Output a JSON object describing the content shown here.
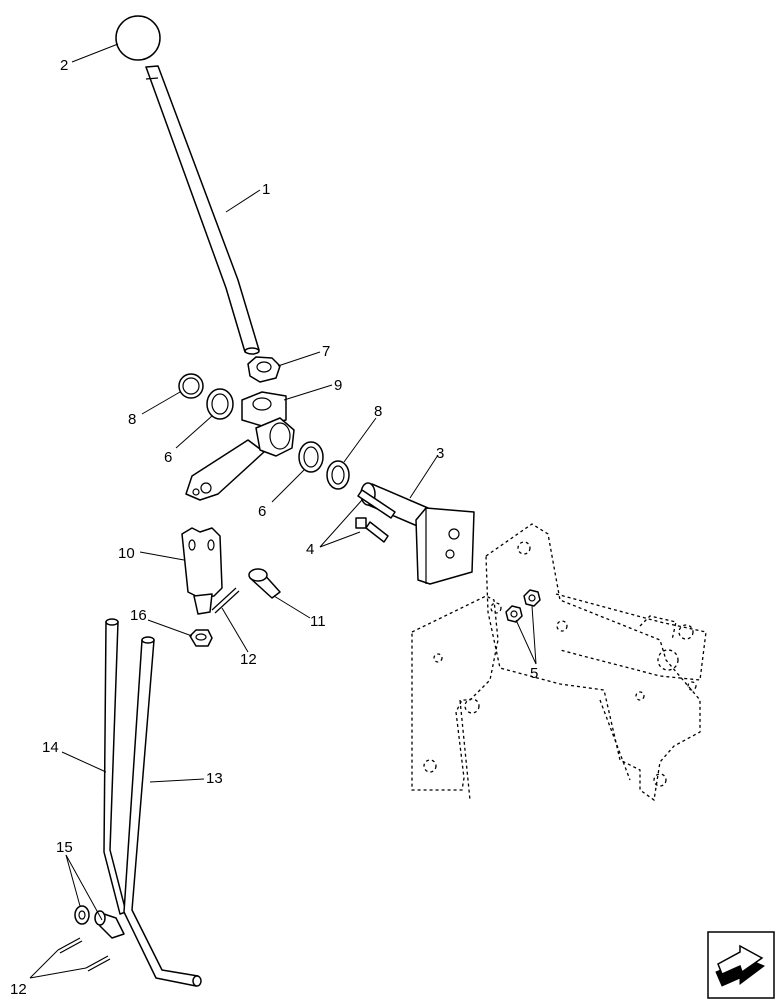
{
  "callouts": {
    "c1": "1",
    "c2": "2",
    "c3": "3",
    "c4": "4",
    "c5": "5",
    "c6a": "6",
    "c6b": "6",
    "c7": "7",
    "c8a": "8",
    "c8b": "8",
    "c9": "9",
    "c10": "10",
    "c11": "11",
    "c12a": "12",
    "c12b": "12",
    "c13": "13",
    "c14": "14",
    "c15": "15",
    "c16": "16"
  },
  "icons": {
    "nav": "navigation-arrow-icon"
  }
}
